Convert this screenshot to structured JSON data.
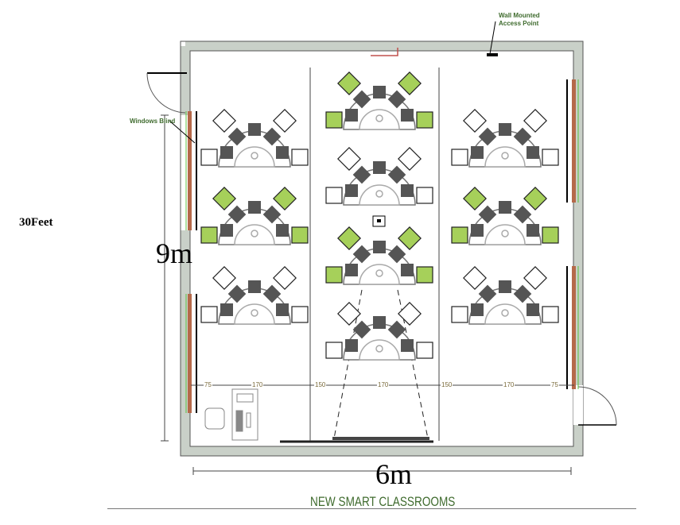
{
  "title": "NEW SMART CLASSROOMS",
  "labels": {
    "access_point_line1": "Wall Mounted",
    "access_point_line2": "Access Point",
    "windows_blind": "Windows Blind",
    "height_feet": "30Feet",
    "height_m": "9m",
    "width_m": "6m"
  },
  "dimensions": [
    "75",
    "170",
    "150",
    "170",
    "150",
    "170",
    "75"
  ],
  "colors": {
    "wall": "#c9d0c8",
    "green_chair": "#a6d05a",
    "window_frame": "#b5694a",
    "label_green": "#3f6b2e"
  },
  "desks": [
    {
      "column": "left",
      "row": 1,
      "chairs": "white"
    },
    {
      "column": "left",
      "row": 2,
      "chairs": "green"
    },
    {
      "column": "left",
      "row": 3,
      "chairs": "white"
    },
    {
      "column": "center",
      "row": 1,
      "chairs": "green"
    },
    {
      "column": "center",
      "row": 2,
      "chairs": "white"
    },
    {
      "column": "center",
      "row": 3,
      "chairs": "green"
    },
    {
      "column": "center",
      "row": 4,
      "chairs": "white"
    },
    {
      "column": "right",
      "row": 1,
      "chairs": "white"
    },
    {
      "column": "right",
      "row": 2,
      "chairs": "green"
    },
    {
      "column": "right",
      "row": 3,
      "chairs": "white"
    }
  ]
}
